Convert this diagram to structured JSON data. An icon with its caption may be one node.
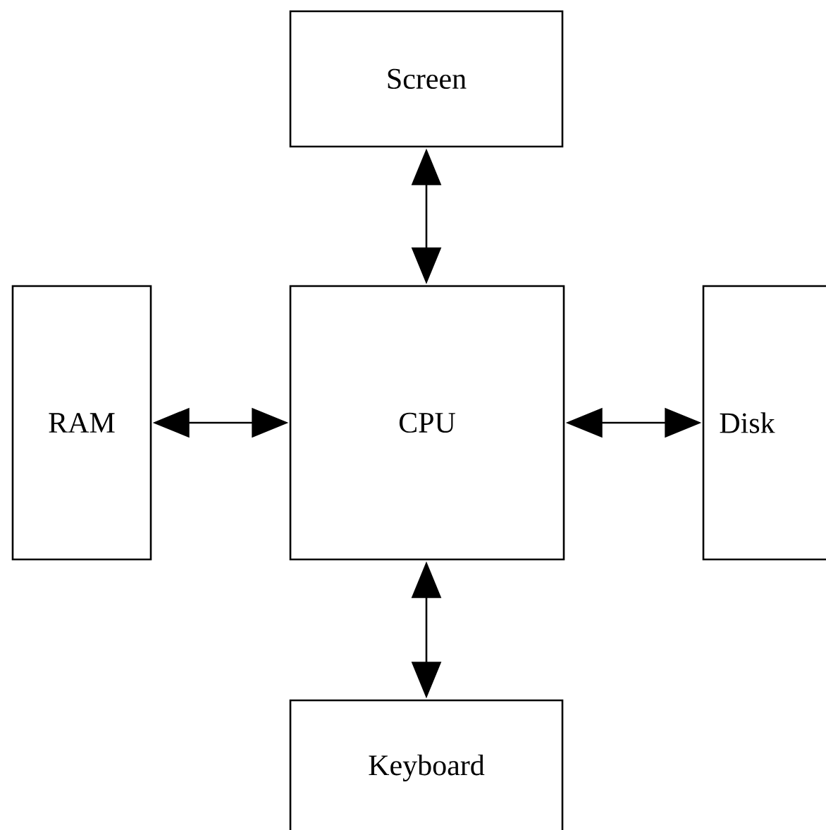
{
  "diagram": {
    "nodes": [
      {
        "text": [
          "Screen"
        ]
      },
      {
        "text": [
          "RAM"
        ]
      },
      {
        "text": [
          "CPU"
        ]
      },
      {
        "text": [
          "Disk"
        ]
      },
      {
        "text": [
          "Keyboard"
        ]
      }
    ],
    "edges": [
      {
        "from": 0,
        "to": 2,
        "arrow": "both"
      },
      {
        "from": 1,
        "to": 2,
        "arrow": "both"
      },
      {
        "from": 2,
        "to": 3,
        "arrow": "both"
      },
      {
        "from": 2,
        "to": 4,
        "arrow": "both"
      }
    ]
  }
}
